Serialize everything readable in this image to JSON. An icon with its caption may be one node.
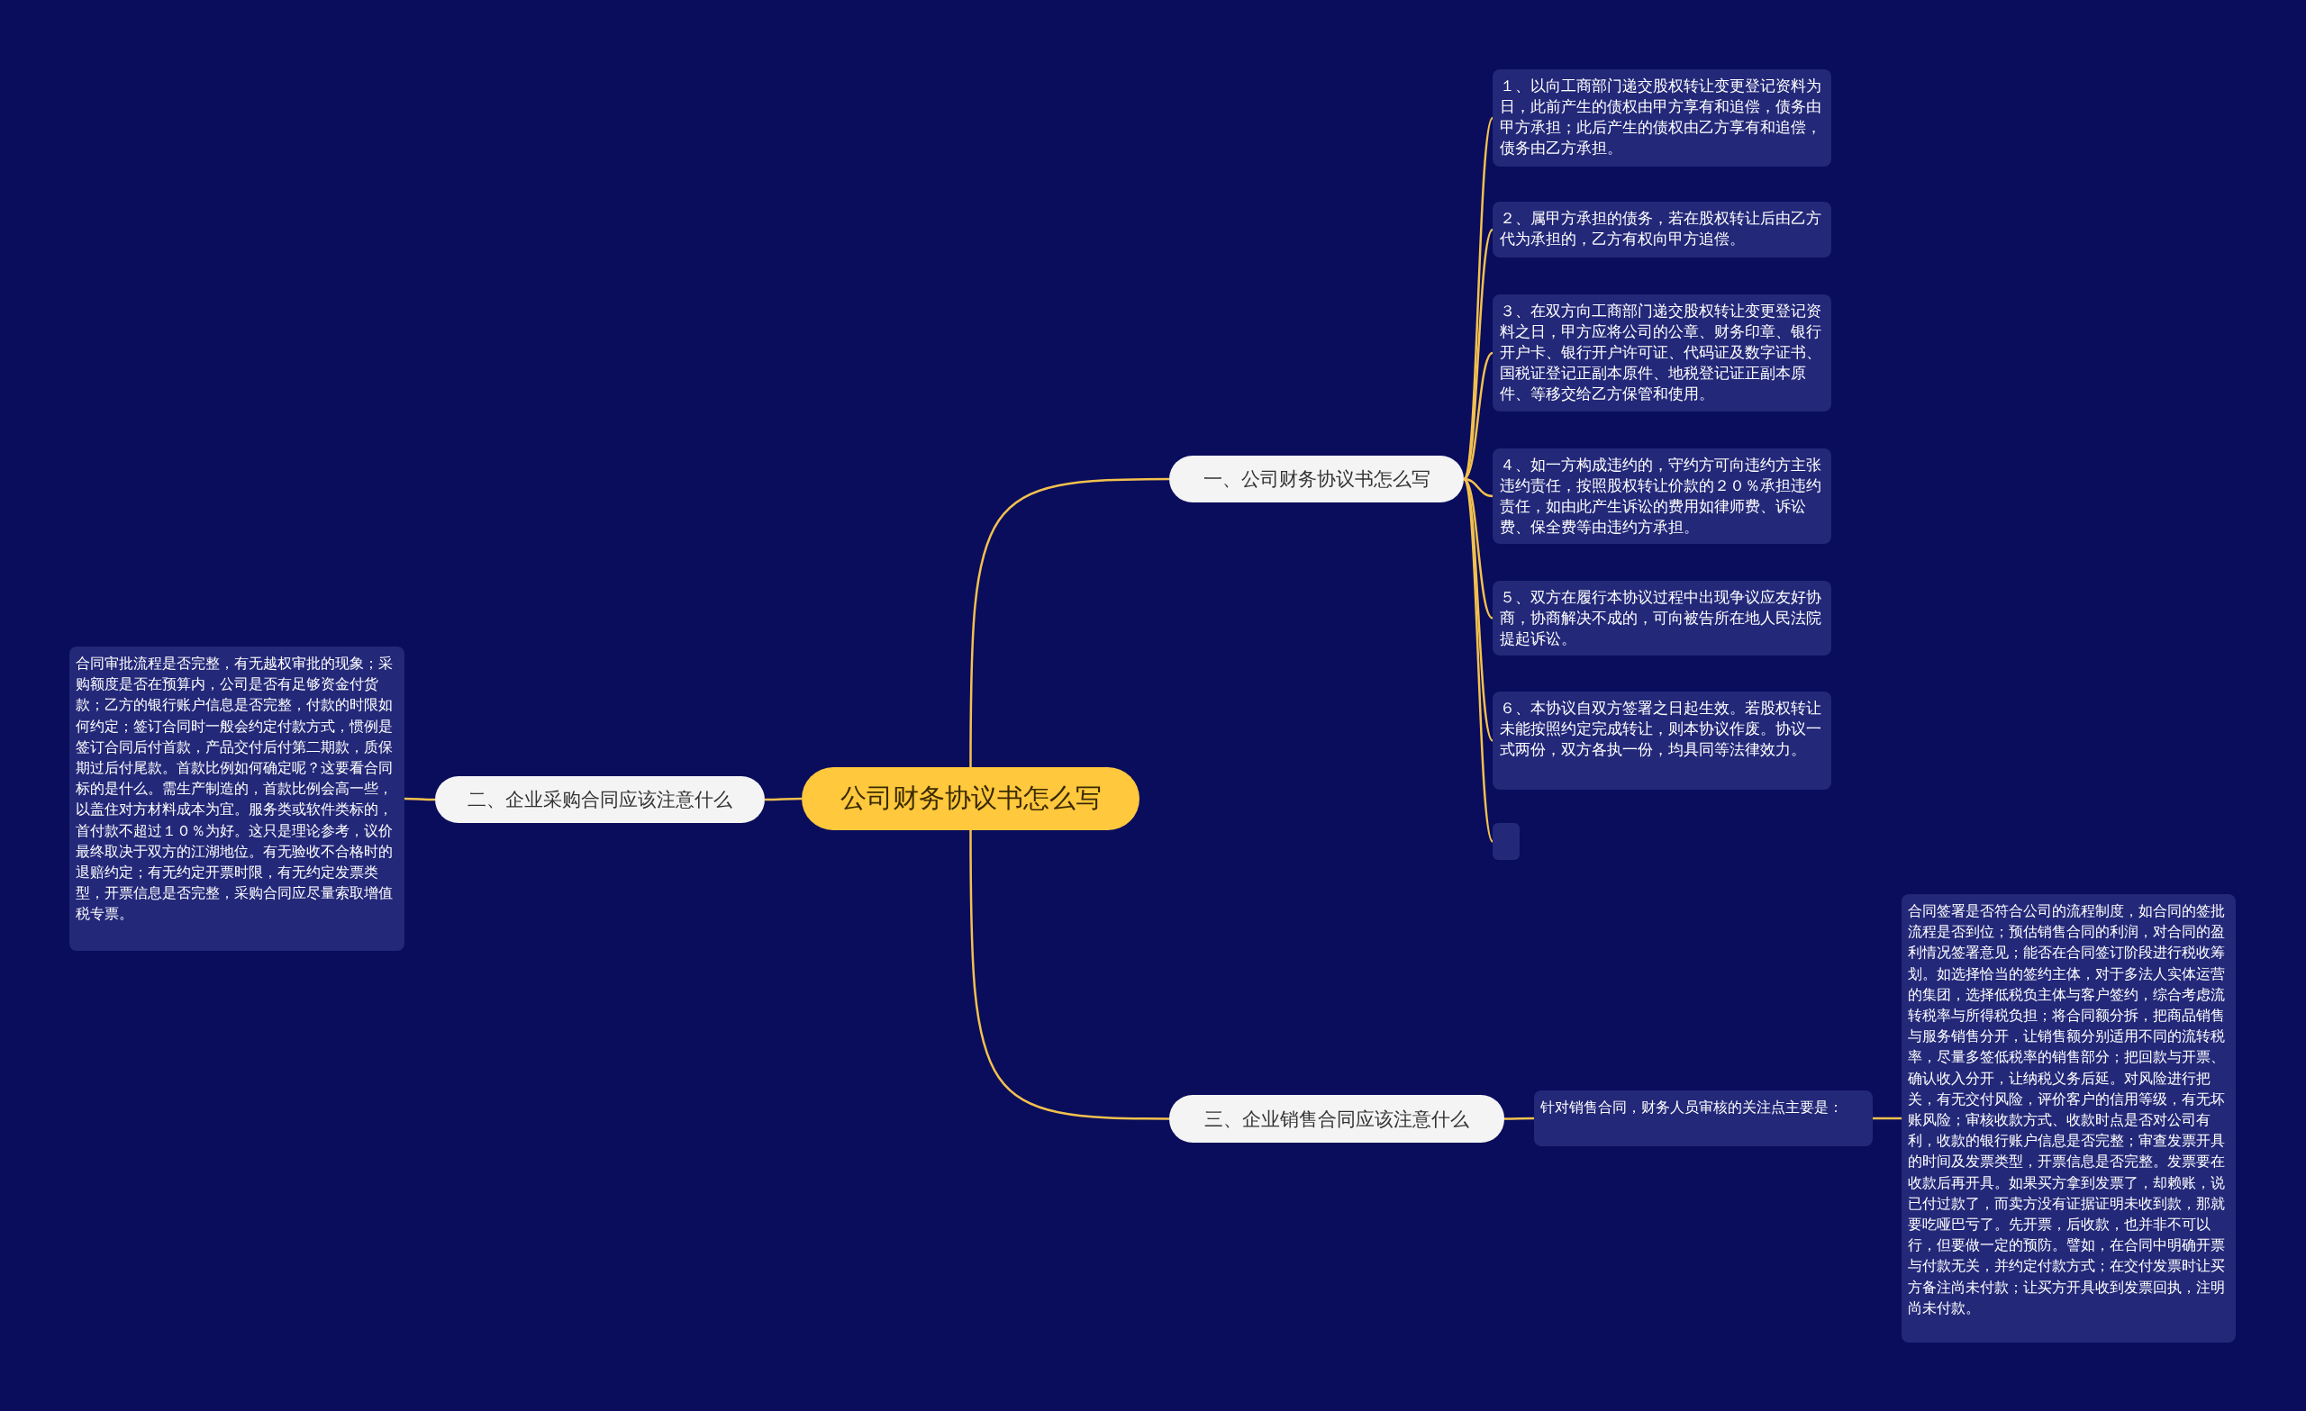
{
  "diagram": {
    "nodes": [
      {
        "text": [
          "公司财务协议书怎么写"
        ]
      },
      {
        "text": [
          "一、公司财务协议书怎么写"
        ]
      },
      {
        "text": [
          "１、以向工商部门递交股权转让变更登记资料为日，此前产生的债权由甲方享有和追偿，债务由甲方承担；此后产生的债权由乙方享有和追偿，债务由乙方承担。"
        ]
      },
      {
        "text": [
          "２、属甲方承担的债务，若在股权转让后由乙方代为承担的，乙方有权向甲方追偿。"
        ]
      },
      {
        "text": [
          "３、在双方向工商部门递交股权转让变更登记资料之日，甲方应将公司的公章、财务印章、银行开户卡、银行开户许可证、代码证及数字证书、国税证登记正副本原件、地税登记证正副本原件、等移交给乙方保管和使用。"
        ]
      },
      {
        "text": [
          "４、如一方构成违约的，守约方可向违约方主张违约责任，按照股权转让价款的２０％承担违约责任，如由此产生诉讼的费用如律师费、诉讼费、保全费等由违约方承担。"
        ]
      },
      {
        "text": [
          "５、双方在履行本协议过程中出现争议应友好协商，协商解决不成的，可向被告所在地人民法院提起诉讼。"
        ]
      },
      {
        "text": [
          "６、本协议自双方签署之日起生效。若股权转让未能按照约定完成转让，则本协议作废。协议一式两份，双方各执一份，均具同等法律效力。"
        ]
      },
      {
        "text": [],
        "shape": "box"
      },
      {
        "text": [
          "二、企业采购合同应该注意什么"
        ]
      },
      {
        "text": [
          "合同审批流程是否完整，有无越权审批的现象；采购额度是否在预算内，公司是否有足够资金付货款；乙方的银行账户信息是否完整，付款的时限如何约定；签订合同时一般会约定付款方式，惯例是签订合同后付首款，产品交付后付第二期款，质保期过后付尾款。首款比例如何确定呢？这要看合同标的是什么。需生产制造的，首款比例会高一些，以盖住对方材料成本为宜。服务类或软件类标的，首付款不超过１０％为好。这只是理论参考，议价最终取决于双方的江湖地位。有无验收不合格时的退赔约定；有无约定开票时限，有无约定发票类型，开票信息是否完整，采购合同应尽量索取增值税专票。"
        ]
      },
      {
        "text": [
          "三、企业销售合同应该注意什么"
        ]
      },
      {
        "text": [
          "针对销售合同，财务人员审核的关注点主要是："
        ]
      },
      {
        "text": [
          "合同签署是否符合公司的流程制度，如合同的签批流程是否到位；预估销售合同的利润，对合同的盈利情况签署意见；能否在合同签订阶段进行税收筹划。如选择恰当的签约主体，对于多法人实体运营的集团，选择低税负主体与客户签约，综合考虑流转税率与所得税负担；将合同额分拆，把商品销售与服务销售分开，让销售额分别适用不同的流转税率，尽量多签低税率的销售部分；把回款与开票、确认收入分开，让纳税义务后延。对风险进行把关，有无交付风险，评价客户的信用等级，有无坏账风险；审核收款方式、收款时点是否对公司有利，收款的银行账户信息是否完整；审查发票开具的时间及发票类型，开票信息是否完整。发票要在收款后再开具。如果买方拿到发票了，却赖账，说已付过款了，而卖方没有证据证明未收到款，那就要吃哑巴亏了。先开票，后收款，也并非不可以行，但要做一定的预防。譬如，在合同中明确开票与付款无关，并约定付款方式；在交付发票时让买方备注尚未付款；让买方开具收到发票回执，注明尚未付款。"
        ]
      }
    ],
    "edges": [
      {
        "from": 0,
        "to": 1,
        "arrow": "none"
      },
      {
        "from": 1,
        "to": 2,
        "arrow": "none"
      },
      {
        "from": 1,
        "to": 3,
        "arrow": "none"
      },
      {
        "from": 1,
        "to": 4,
        "arrow": "none"
      },
      {
        "from": 1,
        "to": 5,
        "arrow": "none"
      },
      {
        "from": 1,
        "to": 6,
        "arrow": "none"
      },
      {
        "from": 1,
        "to": 7,
        "arrow": "none"
      },
      {
        "from": 1,
        "to": 8,
        "arrow": "none"
      },
      {
        "from": 0,
        "to": 9,
        "arrow": "none"
      },
      {
        "from": 9,
        "to": 10,
        "arrow": "none"
      },
      {
        "from": 0,
        "to": 11,
        "arrow": "none"
      },
      {
        "from": 11,
        "to": 12,
        "arrow": "none"
      },
      {
        "from": 12,
        "to": 13,
        "arrow": "none"
      }
    ]
  }
}
